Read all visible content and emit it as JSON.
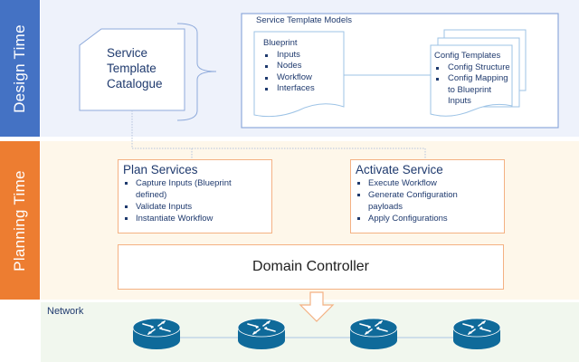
{
  "lanes": {
    "design": {
      "label": "Design Time",
      "color": "#4472c4",
      "background": "#eef2fb"
    },
    "planning": {
      "label": "Planning Time",
      "color": "#ed7d31",
      "background": "#fef7ea"
    },
    "network": {
      "label": "Network",
      "background": "#f1f7ee"
    }
  },
  "design": {
    "catalogue": {
      "lines": [
        "Service",
        "Template",
        "Catalogue"
      ]
    },
    "models": {
      "title": "Service Template Models",
      "blueprint": {
        "title": "Blueprint",
        "items": [
          "Inputs",
          "Nodes",
          "Workflow",
          "Interfaces"
        ]
      },
      "config_templates": {
        "title": "Config Templates",
        "items": [
          "Config Structure",
          "Config Mapping to Blueprint Inputs"
        ]
      }
    }
  },
  "planning": {
    "plan_services": {
      "title": "Plan Services",
      "items": [
        "Capture Inputs (Blueprint defined)",
        "Validate Inputs",
        "Instantiate Workflow"
      ]
    },
    "activate_service": {
      "title": "Activate Service",
      "items": [
        "Execute Workflow",
        "Generate Configuration payloads",
        "Apply Configurations"
      ]
    },
    "domain_controller": {
      "label": "Domain Controller"
    }
  },
  "network": {
    "label": "Network",
    "routers": [
      {
        "icon": "router-icon"
      },
      {
        "icon": "router-icon"
      },
      {
        "icon": "router-icon"
      },
      {
        "icon": "router-icon"
      }
    ],
    "router_color": "#0f6a9a",
    "link_color": "#b9cfe6"
  }
}
